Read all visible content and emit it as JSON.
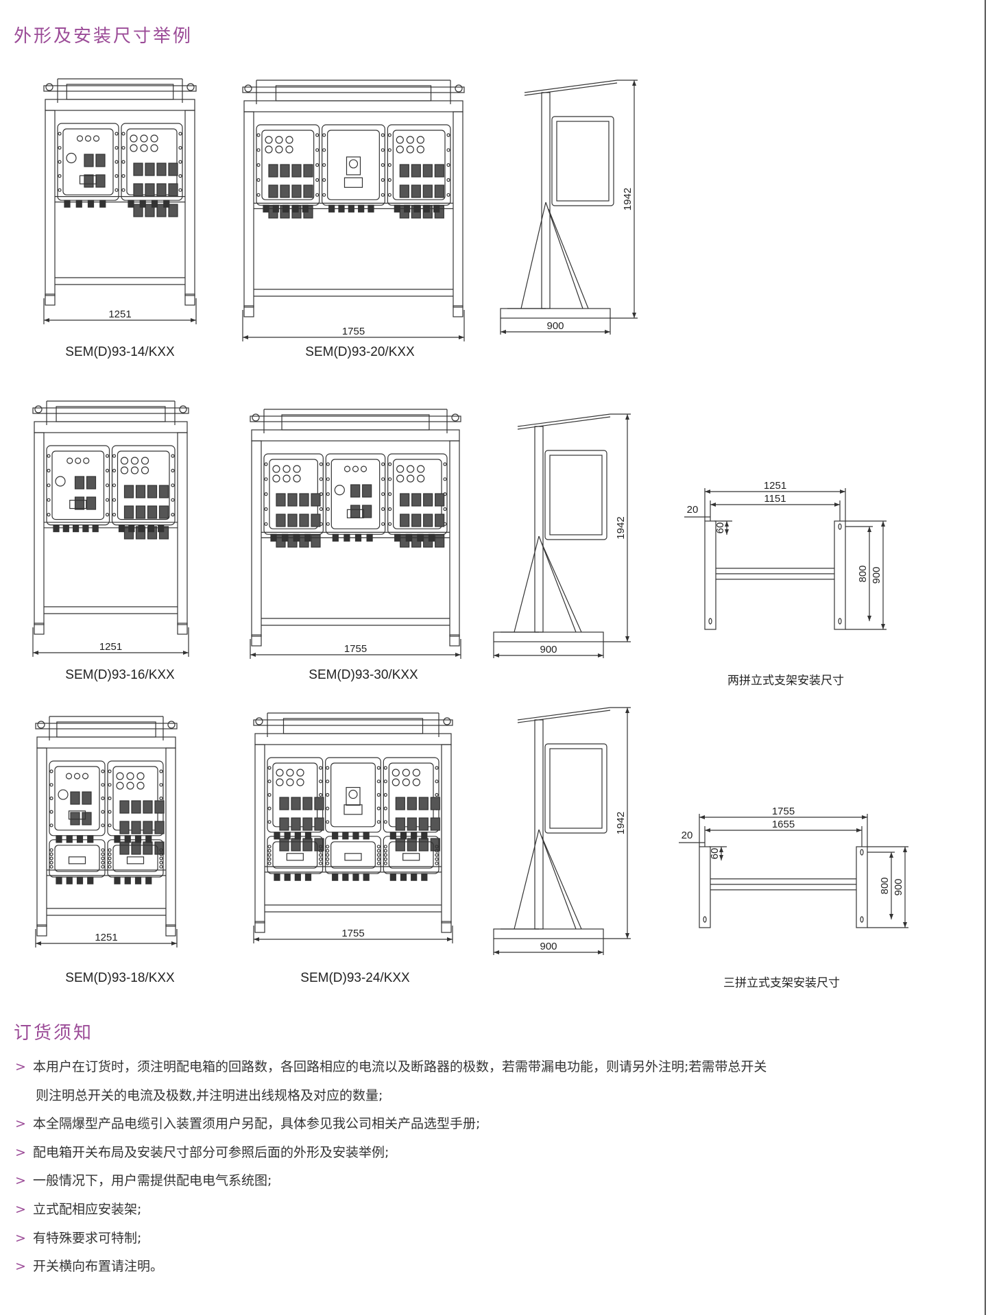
{
  "section1_title": "外形及安装尺寸举例",
  "drawings": [
    {
      "model": "SEM(D)93-14/KXX",
      "width_dim": "1251"
    },
    {
      "model": "SEM(D)93-20/KXX",
      "width_dim": "1755"
    },
    {
      "model": "SEM(D)93-16/KXX",
      "width_dim": "1251"
    },
    {
      "model": "SEM(D)93-30/KXX",
      "width_dim": "1755"
    },
    {
      "model": "SEM(D)93-18/KXX",
      "width_dim": "1251"
    },
    {
      "model": "SEM(D)93-24/KXX",
      "width_dim": "1755"
    }
  ],
  "side_views": [
    {
      "height_dim": "1942",
      "base_dim": "900"
    },
    {
      "height_dim": "1942",
      "base_dim": "900"
    },
    {
      "height_dim": "1942",
      "base_dim": "900"
    }
  ],
  "brackets": [
    {
      "caption": "两拼立式支架安装尺寸",
      "outer": "1251",
      "inner": "1151",
      "offset": "20",
      "hole": "60",
      "h1": "800",
      "h2": "900"
    },
    {
      "caption": "三拼立式支架安装尺寸",
      "outer": "1755",
      "inner": "1655",
      "offset": "20",
      "hole": "60",
      "h1": "800",
      "h2": "900"
    }
  ],
  "section2_title": "订货须知",
  "bullet_symbol": ">",
  "notes": [
    "本用户在订货时，须注明配电箱的回路数，各回路相应的电流以及断路器的极数，若需带漏电功能，则请另外注明;若需带总开关",
    "则注明总开关的电流及极数,并注明进出线规格及对应的数量;",
    "本全隔爆型产品电缆引入装置须用户另配，具体参见我公司相关产品选型手册;",
    "配电箱开关布局及安装尺寸部分可参照后面的外形及安装举例;",
    "一般情况下，用户需提供配电电气系统图;",
    "立式配相应安装架;",
    "有特殊要求可特制;",
    "开关横向布置请注明。"
  ],
  "colors": {
    "accent": "#9b4b97",
    "line": "#333333"
  }
}
